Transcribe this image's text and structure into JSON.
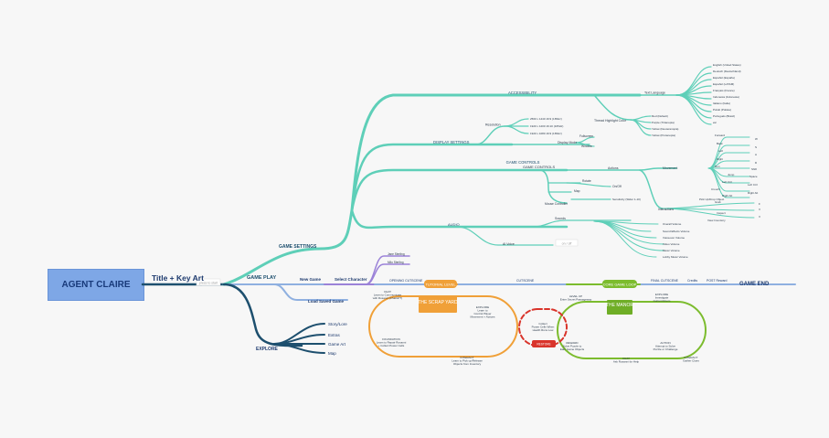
{
  "root": {
    "label": "AGENT CLAIRE"
  },
  "title_art": {
    "label": "Title + Key Art",
    "connector": "press to start"
  },
  "game_settings": {
    "label": "GAME SETTINGS",
    "accessibility": {
      "label": "ACCESSIBILITY",
      "text_language": {
        "label": "Text Language",
        "options": [
          "English (United States)",
          "Deutsch (Deutschland)",
          "Español (España)",
          "Español (LATAM)",
          "Français (France)",
          "Indonesia (Indonesia)",
          "Italiano (Italia)",
          "Polski (Polska)",
          "Português (Brasil)",
          "etc"
        ]
      },
      "thread_highlight": {
        "label": "Thread Highlight Color",
        "options": [
          "Red (Default)",
          "Purple (Tritanopia)",
          "Yellow (Deuteranopia)",
          "Yellow (Protanopia)"
        ]
      }
    },
    "display": {
      "label": "DISPLAY SETTINGS",
      "resolution": {
        "label": "Resolution",
        "options": [
          "2560 x 1440 16:9 (165Hz)",
          "1920 x 1200 16:10 (165Hz)",
          "1920 x 1080 16:9 (165Hz)"
        ]
      },
      "display_mode": {
        "label": "Display Mode",
        "options": [
          "Fullscreen",
          "Window"
        ]
      }
    },
    "controls": {
      "label": "GAME CONTROLS",
      "actions": "Actions",
      "movement": {
        "label": "Movement",
        "items": [
          "Forward",
          "Back",
          "Left",
          "Right",
          "Run",
          "Jump",
          "Left Ctrl",
          "Crouch",
          "Right Alt",
          "Grab",
          "Pick Up/Drop Object",
          "Inspect",
          "View Inventory"
        ]
      },
      "keys": [
        "W",
        "S",
        "A",
        "D",
        "Shift",
        "Space",
        "Left Ctrl",
        "Right Alt",
        "F",
        "V",
        "V"
      ],
      "interactions": "Interactions",
      "rotate": "Rotate",
      "map": "Map",
      "mouse_controller": "Mouse Controller",
      "onoff": "On/Off",
      "sensitivity": "Sensitivity (Slider 1-10)"
    },
    "audio": {
      "label": "AUDIO",
      "sounds": "Sounds",
      "ai_voice": "AI Voice",
      "ai_voice_tag": "on / off",
      "items": [
        "Overall Volume",
        "Sound Effects Volume",
        "Voiceover Volume",
        "Video Volume",
        "Music Volume",
        "Lobby Music Volume"
      ]
    }
  },
  "game_play": {
    "label": "GAME PLAY",
    "new_game": "New Game",
    "select_character": "Select Character",
    "characters": [
      "Jane Sterling",
      "Milo Sterling"
    ],
    "load_saved": "Load Saved Game",
    "opening_cutscene": "OPENING CUTSCENE",
    "tutorial": "TUTORIAL LEVEL",
    "cutscene": "CUTSCENE",
    "core_loop": "CORE GAME LOOP",
    "final_cutscene": "FINAL CUTSCENE",
    "credits": "Credits",
    "post_reward": "POST Reward",
    "game_end": "GAME END"
  },
  "scrap_yard": {
    "title": "THE SCRAP YARD",
    "chat": "CHAT\nLearn to Communicate\nwith Rosanni (ChatGPT)",
    "explore": "EXPLORE\nLearn to\nControl Player\nMovement + Actions",
    "foundation": "FOUNDATION\nLearn to Repair Rosanni\n+ Collect Power Cells",
    "interact": "INTERACT\nLearn to Pick up/Release\nObjects from Inventory"
  },
  "manor": {
    "title": "THE MANOR",
    "level_up": "LEVEL UP\nEnter Secret Passageway",
    "explore": "EXPLORE\nInvestigate\nCurrent Room",
    "reward": "REWARD\nSolve Puzzle to\nEarn Game Objects",
    "action": "ACTION\nAttempt to Solve\nPuzzle or Challenge",
    "chat": "CHAT\nAsk Rosanni for Help",
    "interact": "INTERACT\nGather Clues"
  },
  "restore": {
    "text": "Collect\nPower Cells When\nHealth Runs Low",
    "label": "RESTORE"
  },
  "explore_branch": {
    "label": "EXPLORE",
    "items": [
      "Story/Lore",
      "Extras",
      "Game Art",
      "Map"
    ]
  },
  "colors": {
    "teal": "#5ecfb8",
    "navy": "#1d4f6e",
    "purple": "#9b82d8",
    "blue": "#8fb0e0",
    "orange": "#f0a038",
    "green": "#7cbc2e",
    "red": "#d9342b"
  }
}
